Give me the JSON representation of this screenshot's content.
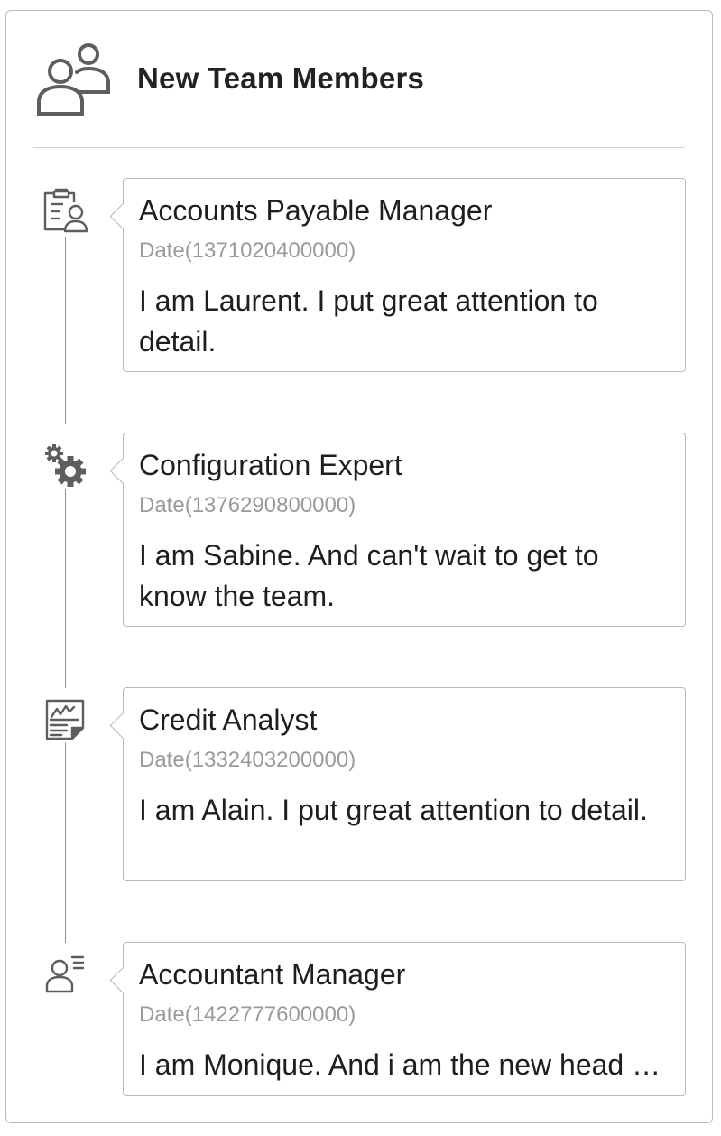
{
  "header": {
    "icon": "team-icon",
    "title": "New Team Members"
  },
  "members": [
    {
      "icon": "clipboard-person-icon",
      "title": "Accounts Payable Manager",
      "date": "Date(1371020400000)",
      "description": "I am Laurent. I put great attention to detail."
    },
    {
      "icon": "gears-icon",
      "title": "Configuration Expert",
      "date": "Date(1376290800000)",
      "description": "I am Sabine. And can't wait to get to know the team."
    },
    {
      "icon": "chart-document-icon",
      "title": "Credit Analyst",
      "date": "Date(1332403200000)",
      "description": "I am Alain. I put great attention to detail."
    },
    {
      "icon": "person-list-icon",
      "title": "Accountant Manager",
      "date": "Date(1422777600000)",
      "description": "I am Monique. And i am the new head of the accounting department."
    }
  ],
  "colors": {
    "border": "#b9b9b9",
    "divider": "#d4d4d4",
    "timeline": "#8e8e8e",
    "icon": "#5e5e5e",
    "date_text": "#9a9a9a",
    "text": "#1e1e1e"
  }
}
